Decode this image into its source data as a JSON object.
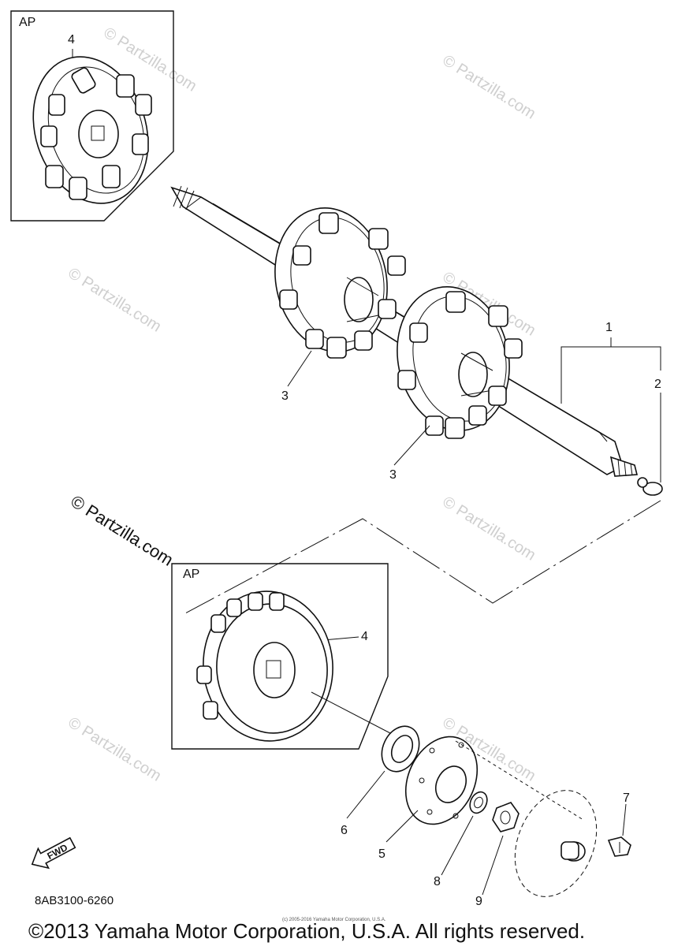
{
  "inset_top": {
    "title": "AP",
    "callout": "4"
  },
  "inset_bottom": {
    "title": "AP",
    "callout": "4"
  },
  "callouts": {
    "c1": "1",
    "c2": "2",
    "c3a": "3",
    "c3b": "3",
    "c5": "5",
    "c6": "6",
    "c7": "7",
    "c8": "8",
    "c9": "9"
  },
  "fwd_label": "FWD",
  "part_code": "8AB3100-6260",
  "watermark": "© Partzilla.com",
  "tiny_credit": "(c) 2005-2016 Yamaha Motor Corporation, U.S.A.",
  "copyright": "©2013 Yamaha Motor Corporation, U.S.A. All rights reserved."
}
